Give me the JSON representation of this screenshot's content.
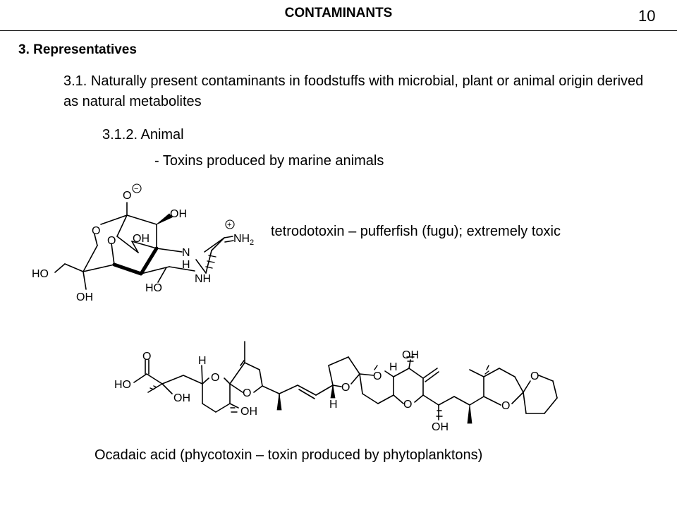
{
  "header": {
    "title": "CONTAMINANTS",
    "page_number": "10"
  },
  "section": {
    "heading": "3. Representatives",
    "subsection_1": "3.1. Naturally present contaminants in foodstuffs with microbial, plant or animal origin derived as natural metabolites",
    "subsection_2": "3.1.2. Animal",
    "bullet": "- Toxins produced by marine animals"
  },
  "tetrodotoxin": {
    "caption": "tetrodotoxin – pufferfish (fugu); extremely toxic",
    "atoms": {
      "o_minus": "O",
      "oh_top": "OH",
      "o_ring1": "O",
      "o_ring2": "O",
      "oh_mid": "OH",
      "nh2": "NH",
      "nh2_sub": "2",
      "n_left": "N",
      "h_n": "H",
      "nh_low": "NH",
      "ho_low": "HO",
      "ho_left": "HO",
      "oh_bottom": "OH",
      "minus": "−",
      "plus": "+"
    }
  },
  "okadaic_acid": {
    "caption": "Ocadaic acid (phycotoxin – toxin produced by phytoplanktons)",
    "atoms": {
      "o_carbonyl": "O",
      "ho_acid": "HO",
      "oh_1": "OH",
      "h_1": "H",
      "o_a": "O",
      "o_b": "O",
      "oh_2": "OH",
      "o_c": "O",
      "h_2": "H",
      "o_d": "O",
      "oh_3": "OH",
      "h_3": "H",
      "o_e": "O",
      "oh_4": "OH",
      "o_f": "O",
      "o_g": "O"
    }
  }
}
